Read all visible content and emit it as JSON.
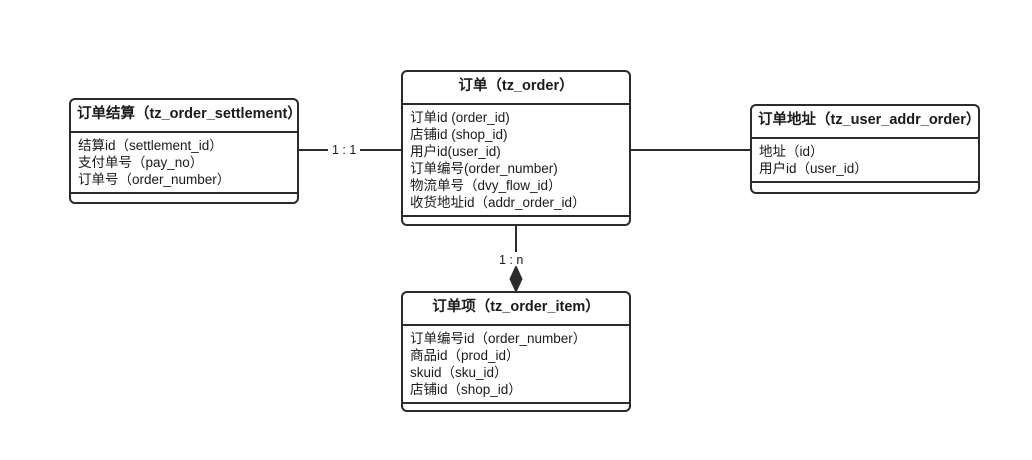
{
  "diagram": {
    "title": "ER diagram - order domain tables",
    "background_color": "#ffffff",
    "line_color": "#2b2b2b"
  },
  "entities": {
    "order_settlement": {
      "title": "订单结算（tz_order_settlement）",
      "fields": [
        "结算id（settlement_id）",
        "支付单号（pay_no）",
        "订单号（order_number）"
      ]
    },
    "order": {
      "title": "订单（tz_order）",
      "fields": [
        "订单id (order_id)",
        "店铺id (shop_id)",
        "用户id(user_id)",
        "订单编号(order_number)",
        "物流单号（dvy_flow_id）",
        "收货地址id（addr_order_id）"
      ]
    },
    "user_addr_order": {
      "title": "订单地址（tz_user_addr_order）",
      "fields": [
        "地址（id）",
        "用户id（user_id）"
      ]
    },
    "order_item": {
      "title": "订单项（tz_order_item）",
      "fields": [
        "订单编号id（order_number）",
        "商品id（prod_id）",
        "skuid（sku_id）",
        "店铺id（shop_id）"
      ]
    }
  },
  "relationships": {
    "settlement_to_order": {
      "label": "1 : 1"
    },
    "order_to_item": {
      "label": "1 : n",
      "marker": "filled-diamond"
    },
    "order_to_address": {
      "label": ""
    }
  }
}
